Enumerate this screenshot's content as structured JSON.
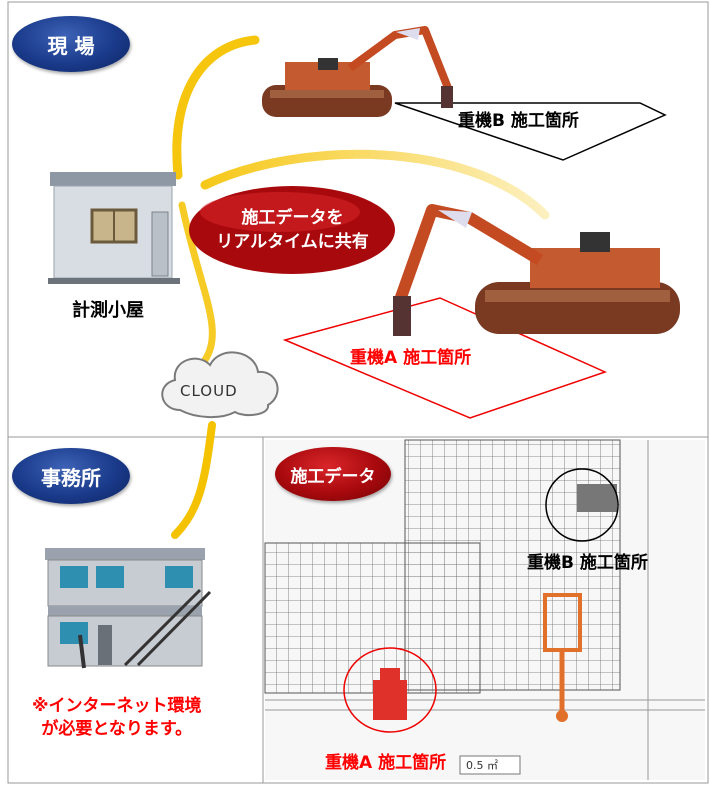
{
  "site": {
    "badge": "現 場"
  },
  "office_badge": "事務所",
  "data_badge": "施工データ",
  "share_bubble": {
    "line1": "施工データを",
    "line2": "リアルタイムに共有"
  },
  "hut_label": "計測小屋",
  "cloud_label": "CLOUD",
  "machine_b_label": "重機B 施工箇所",
  "machine_a_label": "重機A 施工箇所",
  "internet_note": {
    "line1": "※インターネット環境",
    "line2": "が必要となります。"
  },
  "map": {
    "machine_b_label": "重機B 施工箇所",
    "machine_a_label": "重機A 施工箇所",
    "road_sign": "0.5 ㎡"
  },
  "colors": {
    "accent_red": "#ff0000",
    "badge_blue": "#1a3a8a",
    "badge_red": "#a8090d",
    "signal_yellow": "#f5c200"
  }
}
